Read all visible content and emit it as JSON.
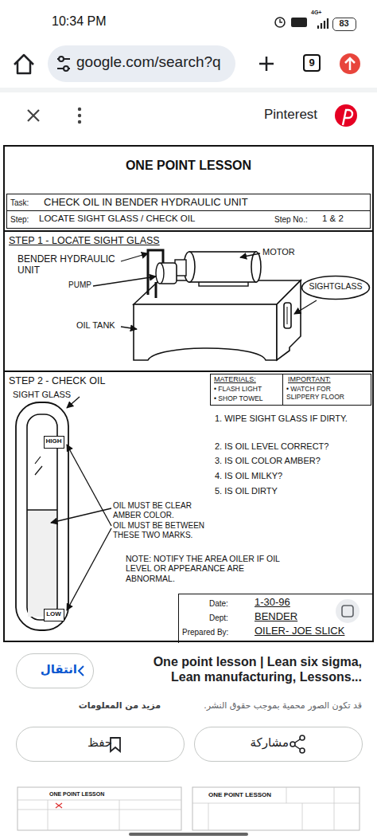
{
  "diagram": {
    "title": "ONE POINT LESSON",
    "nodes": [
      {
        "text": [
          "83"
        ]
      },
      {
        "text": [
          "google.com/search?q"
        ]
      },
      {
        "text": [
          "9"
        ]
      },
      {
        "text": [
          "Task:",
          "CHECK OIL IN BENDER HYDRAULIC UNIT"
        ]
      },
      {
        "text": [
          "Step:",
          "LOCATE SIGHT GLASS / CHECK OIL",
          "Step No.:",
          "1 & 2"
        ]
      },
      {
        "text": [
          "STEP 1 - LOCATE SIGHT GLASS"
        ]
      },
      {
        "text": [
          "SIGHTGLASS"
        ],
        "in": 5
      },
      {
        "text": [
          "STEP 2 - CHECK OIL"
        ]
      },
      {
        "text": [
          "MATERIALS:",
          "• FLASH LIGHT",
          "• SHOP TOWEL"
        ],
        "in": 7
      },
      {
        "text": [
          "IMPORTANT:",
          "• WATCH FOR SLIPPERY FLOOR"
        ],
        "in": 7
      },
      {
        "text": [
          "HIGH"
        ],
        "in": 7
      },
      {
        "text": [
          "LOW"
        ],
        "in": 7
      },
      {
        "text": [
          "Date:",
          "1-30-96",
          "Dept:",
          "BENDER",
          "Prepared By:",
          "OILER- JOE SLICK"
        ],
        "in": 7
      },
      {
        "text": [
          "انتقال"
        ]
      },
      {
        "text": [
          "حفظ"
        ]
      },
      {
        "text": [
          "مشاركة"
        ]
      }
    ],
    "labels": [
      "10:34 PM",
      "4G+",
      "Pinterest",
      "BENDER HYDRAULIC UNIT",
      "PUMP",
      "OIL TANK",
      "MOTOR",
      "SIGHT GLASS",
      "1. WIPE SIGHT GLASS IF DIRTY.",
      "2. IS OIL LEVEL CORRECT?",
      "3. IS OIL COLOR AMBER?",
      "4. IS OIL MILKY?",
      "5. IS OIL DIRTY",
      "OIL MUST BE CLEAR AMBER COLOR.",
      "OIL MUST BE BETWEEN THESE TWO MARKS.",
      "NOTE: NOTIFY THE AREA OILER IF OIL LEVEL OR APPEARANCE ARE ABNORMAL.",
      "One point lesson | Lean six sigma, Lean manufacturing, Lessons...",
      "قد تكون الصور محمية بموجب حقوق النشر.",
      "مزيد من المعلومات",
      "ONE POINT LESSON",
      "ONE POINT LESSON"
    ]
  }
}
